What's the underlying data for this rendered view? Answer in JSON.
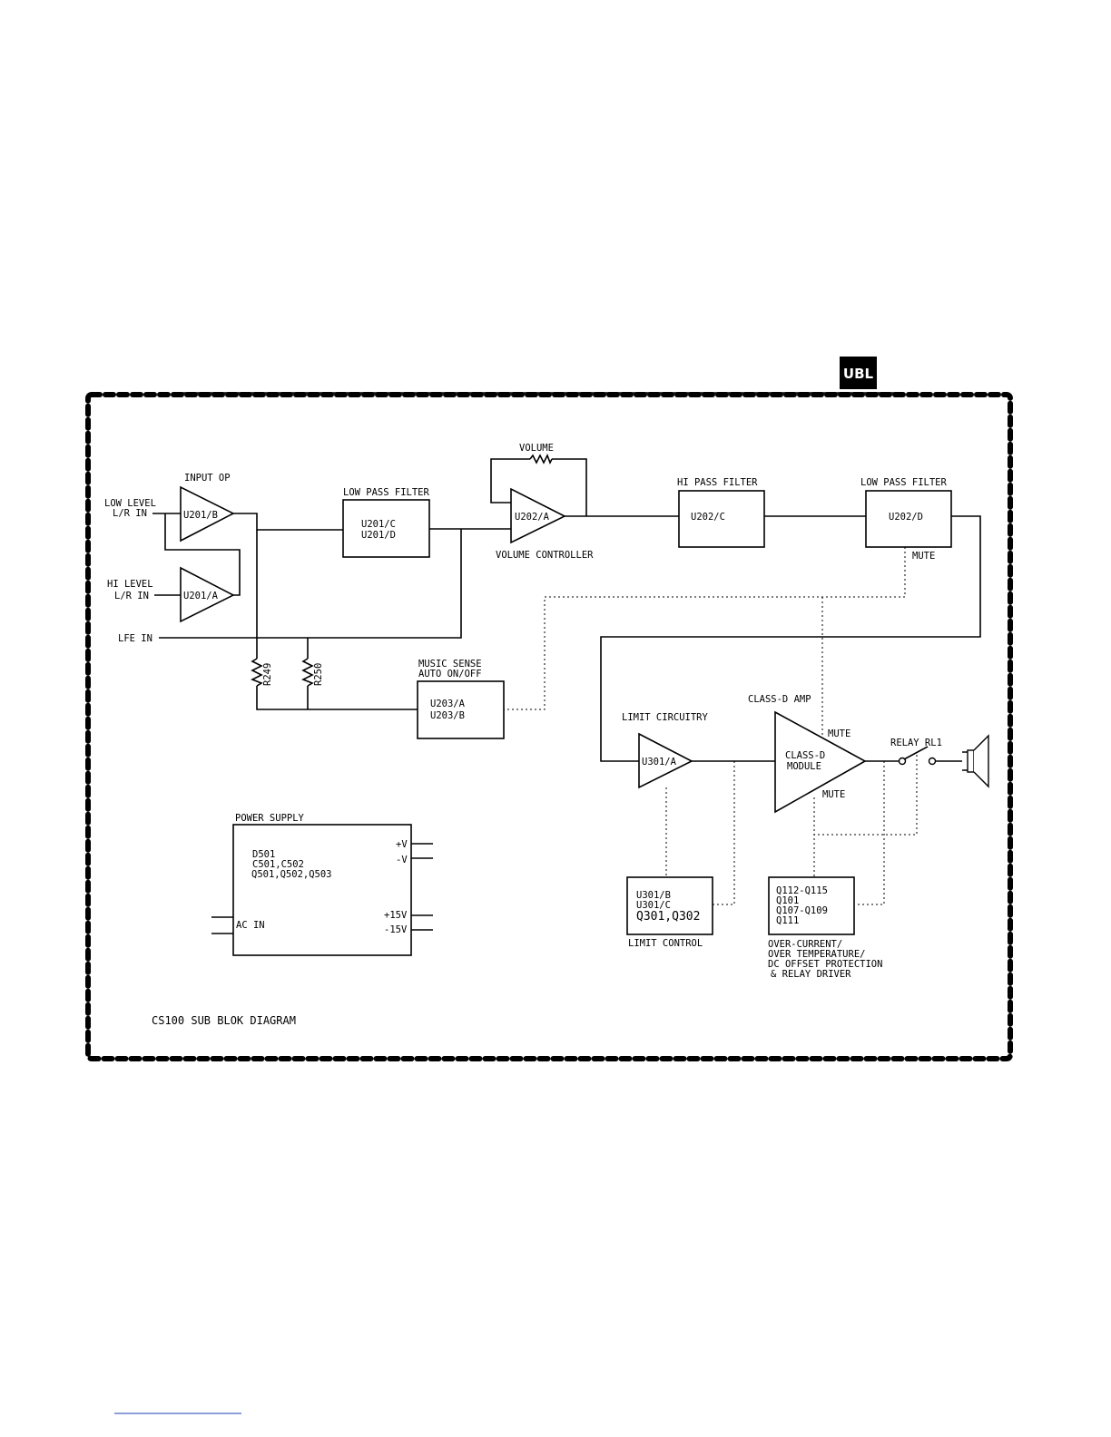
{
  "logo_text": "UBL",
  "diagram_title": "CS100 SUB BLOK DIAGRAM",
  "inputs": {
    "low_level_line1": "LOW LEVEL",
    "low_level_line2": "L/R IN",
    "hi_level_line1": "HI LEVEL",
    "hi_level_line2": "L/R IN",
    "lfe": "LFE IN"
  },
  "input_op": {
    "title": "INPUT OP",
    "amp_b": "U201/B",
    "amp_a": "U201/A"
  },
  "lpf1": {
    "title": "LOW PASS FILTER",
    "line1": "U201/C",
    "line2": "U201/D"
  },
  "volume": {
    "pot": "VOLUME",
    "amp": "U202/A",
    "caption": "VOLUME CONTROLLER"
  },
  "hpf": {
    "title": "HI PASS FILTER",
    "line1": "U202/C"
  },
  "lpf2": {
    "title": "LOW PASS FILTER",
    "line1": "U202/D",
    "mute": "MUTE"
  },
  "resistors": {
    "r249": "R249",
    "r250": "R250"
  },
  "music_sense": {
    "title1": "MUSIC SENSE",
    "title2": "AUTO ON/OFF",
    "line1": "U203/A",
    "line2": "U203/B"
  },
  "limit": {
    "title": "LIMIT CIRCUITRY",
    "amp": "U301/A"
  },
  "class_d": {
    "title": "CLASS-D AMP",
    "line1": "CLASS-D",
    "line2": "MODULE",
    "mute_top": "MUTE",
    "mute_bottom": "MUTE"
  },
  "relay": {
    "label": "RELAY RL1"
  },
  "limit_control": {
    "line1": "U301/B",
    "line2": "U301/C",
    "line3": "Q301,Q302",
    "caption": "LIMIT CONTROL"
  },
  "protection": {
    "line1": "Q112-Q115",
    "line2": "Q101",
    "line3": "Q107-Q109",
    "line4": "Q111",
    "caption1": "OVER-CURRENT/",
    "caption2": "OVER TEMPERATURE/",
    "caption3": "DC OFFSET PROTECTION",
    "caption4": "& RELAY DRIVER"
  },
  "power_supply": {
    "title": "POWER SUPPLY",
    "line1": "D501",
    "line2": "C501,C502",
    "line3": "Q501,Q502,Q503",
    "plus_v": "+V",
    "minus_v": "-V",
    "plus_15v": "+15V",
    "minus_15v": "-15V",
    "ac_in": "AC IN"
  }
}
